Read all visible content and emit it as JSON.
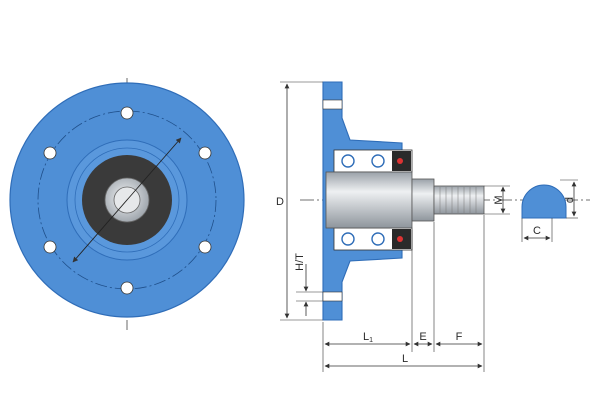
{
  "colors": {
    "hub_blue": "#4f8fd6",
    "hub_edge": "#2f6db8",
    "seal_dark": "#3a3a3a",
    "shaft_grey": "#cfd3d8",
    "line": "#333333"
  },
  "labels": {
    "D": "D",
    "HT": "H/T",
    "M": "M",
    "d": "d",
    "C": "C",
    "L1": "L",
    "L1_sub": "1",
    "E": "E",
    "F": "F",
    "L": "L"
  }
}
